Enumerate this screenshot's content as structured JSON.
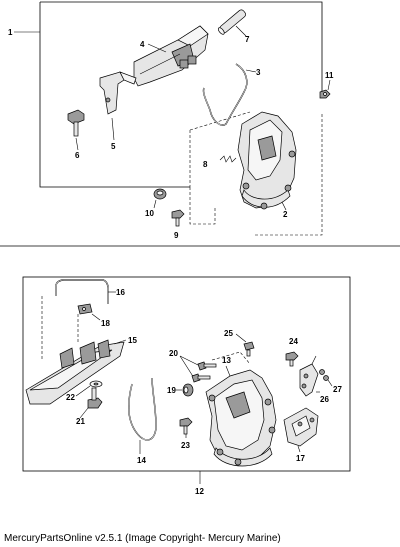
{
  "diagram": {
    "callouts_top": [
      "1",
      "2",
      "3",
      "4",
      "5",
      "6",
      "7",
      "8",
      "9",
      "10",
      "11"
    ],
    "callouts_bottom": [
      "12",
      "13",
      "14",
      "15",
      "16",
      "17",
      "18",
      "19",
      "20",
      "21",
      "22",
      "23",
      "24",
      "25",
      "26",
      "27"
    ]
  },
  "footer": {
    "text": "MercuryPartsOnline v2.5.1 (Image Copyright- Mercury Marine)"
  }
}
